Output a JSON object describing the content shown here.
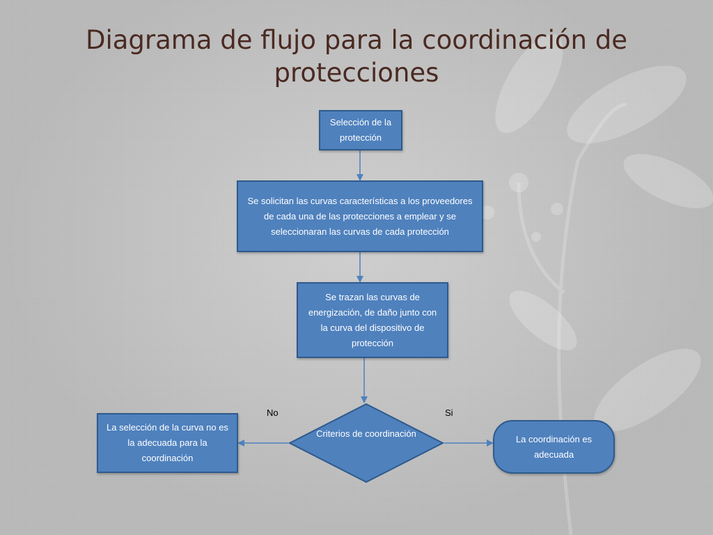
{
  "slide": {
    "title": "Diagrama de flujo para la coordinación de protecciones"
  },
  "colors": {
    "box_fill": "#4f81bd",
    "box_border": "#2e5a8c",
    "connector": "#4f81bd",
    "title_text": "#4a2a22"
  },
  "flowchart": {
    "step_select": {
      "text": "Selección de la protección"
    },
    "step_request": {
      "text": "Se solicitan las curvas características  a los proveedores de cada una de las protecciones a emplear y se seleccionaran las curvas de cada protección"
    },
    "step_plot": {
      "text": "Se trazan las curvas de energización, de daño junto con la curva del dispositivo de protección"
    },
    "decision": {
      "text": "Criterios de coordinación"
    },
    "branch_no": {
      "label": "No",
      "result": "La selección de la curva no es la adecuada para la coordinación"
    },
    "branch_yes": {
      "label": "Si",
      "result": "La coordinación es adecuada"
    }
  }
}
